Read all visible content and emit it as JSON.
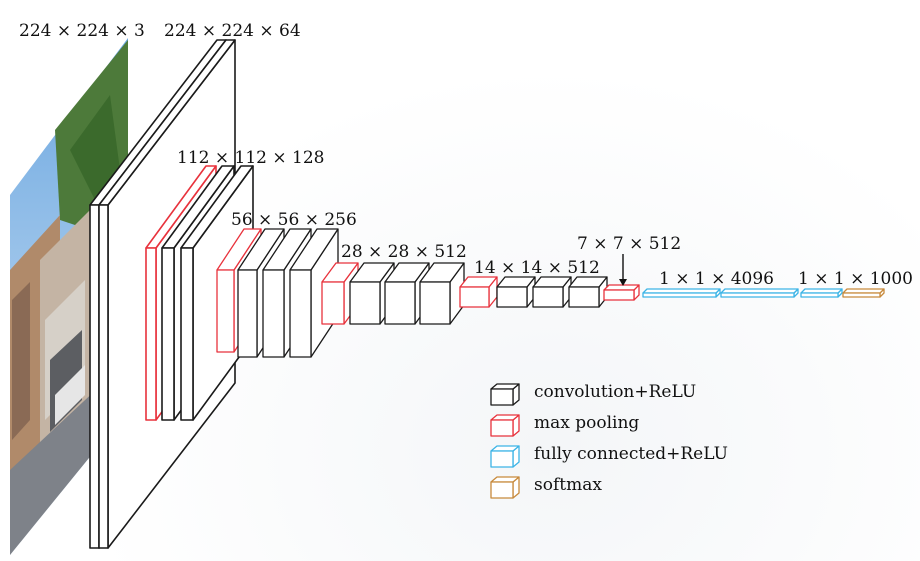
{
  "colors": {
    "conv": "#1a1a1a",
    "pool": "#e8323c",
    "fc": "#3cb4e6",
    "softmax": "#c88a3c"
  },
  "labels": {
    "input": "224 × 224 × 3",
    "conv1": "224 × 224 × 64",
    "conv2": "112 × 112 × 128",
    "conv3": "56 × 56 × 256",
    "conv4": "28 × 28 × 512",
    "conv5": "14 × 14 × 512",
    "pool5": "7 × 7 × 512",
    "fc": "1 × 1 × 4096",
    "output": "1 × 1 × 1000"
  },
  "legend": [
    {
      "label": "convolution+ReLU",
      "color_key": "conv"
    },
    {
      "label": "max pooling",
      "color_key": "pool"
    },
    {
      "label": "fully connected+ReLU",
      "color_key": "fc"
    },
    {
      "label": "softmax",
      "color_key": "softmax"
    }
  ]
}
